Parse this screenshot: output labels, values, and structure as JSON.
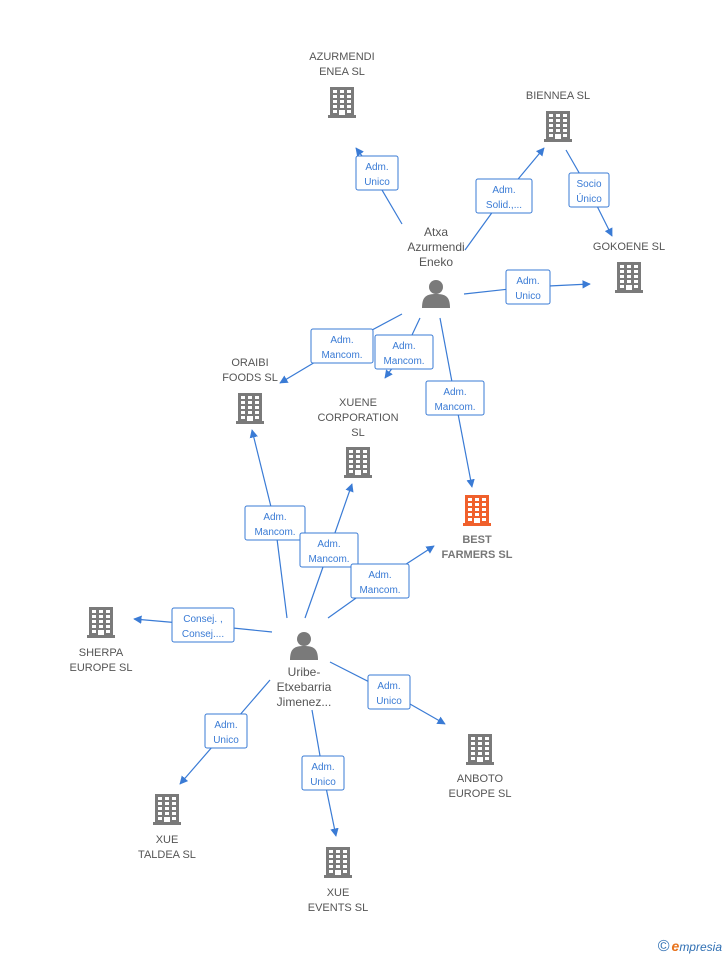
{
  "colors": {
    "edge": "#3a7bd5",
    "building": "#7a7a7a",
    "building_highlight": "#f0602c",
    "person": "#7a7a7a"
  },
  "people": [
    {
      "id": "atxa",
      "lines": [
        "Atxa",
        "Azurmendi",
        "Eneko"
      ]
    },
    {
      "id": "uribe",
      "lines": [
        "Uribe-",
        "Etxebarria",
        "Jimenez..."
      ]
    }
  ],
  "companies": [
    {
      "id": "azurmendi",
      "lines": [
        "AZURMENDI",
        "ENEA SL"
      ]
    },
    {
      "id": "biennea",
      "lines": [
        "BIENNEA  SL"
      ]
    },
    {
      "id": "gokoene",
      "lines": [
        "GOKOENE SL"
      ]
    },
    {
      "id": "oraibi",
      "lines": [
        "ORAIBI",
        "FOODS  SL"
      ]
    },
    {
      "id": "xuene",
      "lines": [
        "XUENE",
        "CORPORATION",
        "SL"
      ]
    },
    {
      "id": "best",
      "lines": [
        "BEST",
        "FARMERS  SL"
      ],
      "highlight": true
    },
    {
      "id": "sherpa",
      "lines": [
        "SHERPA",
        "EUROPE SL"
      ]
    },
    {
      "id": "anboto",
      "lines": [
        "ANBOTO",
        "EUROPE SL"
      ]
    },
    {
      "id": "xuetaldea",
      "lines": [
        "XUE",
        "TALDEA  SL"
      ]
    },
    {
      "id": "xueevents",
      "lines": [
        "XUE",
        "EVENTS  SL"
      ]
    }
  ],
  "edges": [
    {
      "from": "atxa",
      "to": "azurmendi",
      "label": [
        "Adm.",
        "Unico"
      ]
    },
    {
      "from": "atxa",
      "to": "biennea",
      "label": [
        "Adm.",
        "Solid.,..."
      ]
    },
    {
      "from": "biennea",
      "to": "gokoene",
      "label": [
        "Socio",
        "Único"
      ]
    },
    {
      "from": "atxa",
      "to": "gokoene",
      "label": [
        "Adm.",
        "Unico"
      ]
    },
    {
      "from": "atxa",
      "to": "oraibi",
      "label": [
        "Adm.",
        "Mancom."
      ]
    },
    {
      "from": "atxa",
      "to": "xuene",
      "label": [
        "Adm.",
        "Mancom."
      ]
    },
    {
      "from": "atxa",
      "to": "best",
      "label": [
        "Adm.",
        "Mancom."
      ]
    },
    {
      "from": "uribe",
      "to": "oraibi",
      "label": [
        "Adm.",
        "Mancom."
      ]
    },
    {
      "from": "uribe",
      "to": "xuene",
      "label": [
        "Adm.",
        "Mancom."
      ]
    },
    {
      "from": "uribe",
      "to": "best",
      "label": [
        "Adm.",
        "Mancom."
      ]
    },
    {
      "from": "uribe",
      "to": "sherpa",
      "label": [
        "Consej. ,",
        "Consej...."
      ]
    },
    {
      "from": "uribe",
      "to": "anboto",
      "label": [
        "Adm.",
        "Unico"
      ]
    },
    {
      "from": "uribe",
      "to": "xuetaldea",
      "label": [
        "Adm.",
        "Unico"
      ]
    },
    {
      "from": "uribe",
      "to": "xueevents",
      "label": [
        "Adm.",
        "Unico"
      ]
    }
  ],
  "footer": {
    "copyright": "©",
    "brand_initial": "e",
    "brand_rest": "mpresia"
  }
}
